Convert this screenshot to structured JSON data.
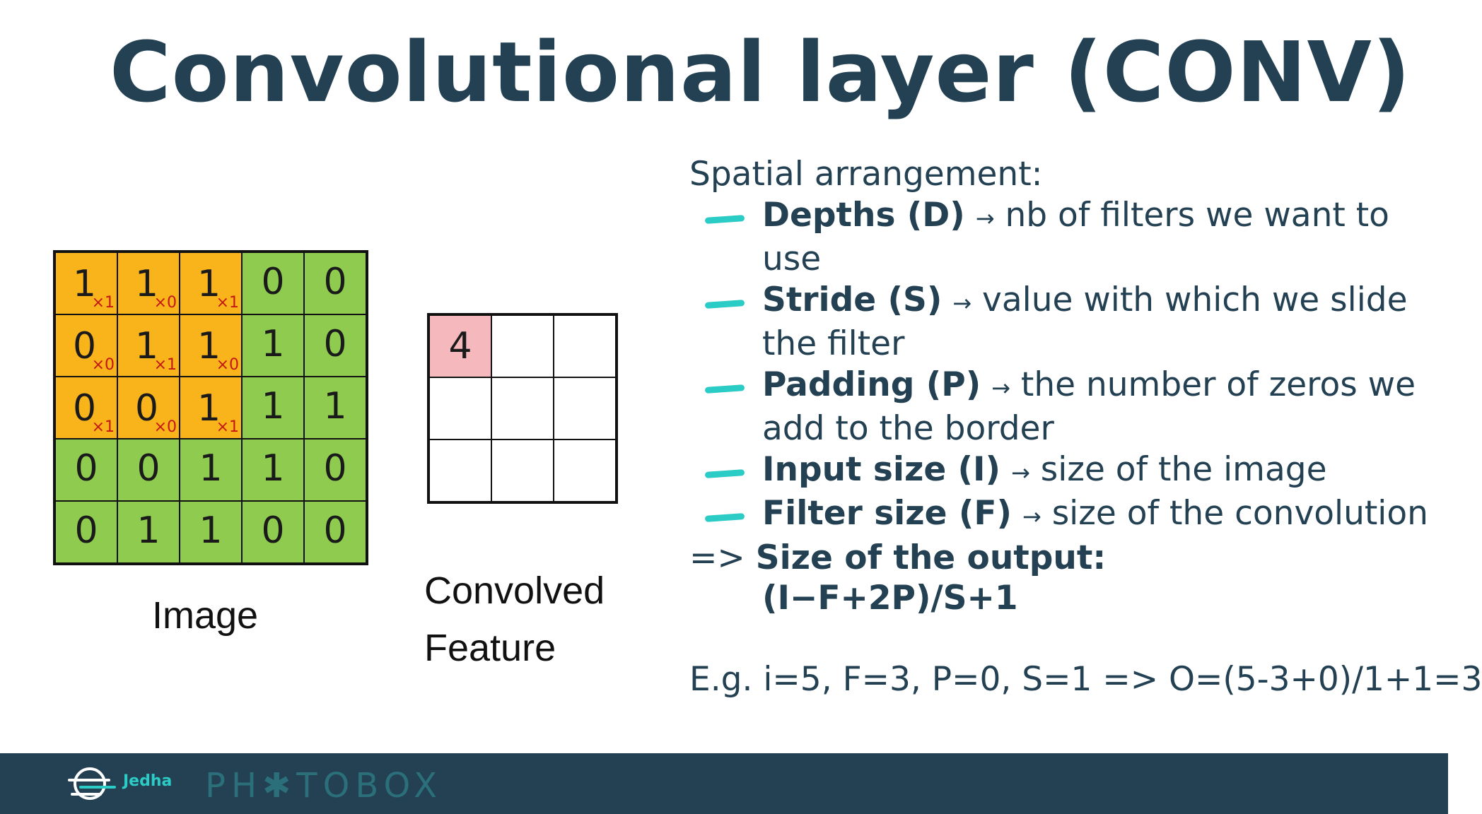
{
  "title": "Convolutional layer (CONV)",
  "image_grid": {
    "label": "Image",
    "rows": [
      [
        {
          "v": "1",
          "w": "×1"
        },
        {
          "v": "1",
          "w": "×0"
        },
        {
          "v": "1",
          "w": "×1"
        },
        {
          "v": "0"
        },
        {
          "v": "0"
        }
      ],
      [
        {
          "v": "0",
          "w": "×0"
        },
        {
          "v": "1",
          "w": "×1"
        },
        {
          "v": "1",
          "w": "×0"
        },
        {
          "v": "1"
        },
        {
          "v": "0"
        }
      ],
      [
        {
          "v": "0",
          "w": "×1"
        },
        {
          "v": "0",
          "w": "×0"
        },
        {
          "v": "1",
          "w": "×1"
        },
        {
          "v": "1"
        },
        {
          "v": "1"
        }
      ],
      [
        {
          "v": "0"
        },
        {
          "v": "0"
        },
        {
          "v": "1"
        },
        {
          "v": "1"
        },
        {
          "v": "0"
        }
      ],
      [
        {
          "v": "0"
        },
        {
          "v": "1"
        },
        {
          "v": "1"
        },
        {
          "v": "0"
        },
        {
          "v": "0"
        }
      ]
    ]
  },
  "conv_grid": {
    "label_line1": "Convolved",
    "label_line2": "Feature",
    "rows": [
      [
        "4",
        "",
        ""
      ],
      [
        "",
        "",
        ""
      ],
      [
        "",
        "",
        ""
      ]
    ]
  },
  "colors": {
    "kernel": "#f8b41a",
    "image": "#8fcb4f",
    "highlight": "#f5b8bd",
    "accent": "#2bcbc6",
    "dark": "#234152"
  },
  "text": {
    "heading": "Spatial arrangement:",
    "items": [
      {
        "term": "Depths (D)",
        "arrow": "→",
        "desc_line1": "nb of filters we want to",
        "desc_line2": "use"
      },
      {
        "term": "Stride (S)",
        "arrow": "→",
        "desc_line1": "value with which we slide",
        "desc_line2": "the filter"
      },
      {
        "term": "Padding (P)",
        "arrow": "→",
        "desc_line1": "the number of zeros we",
        "desc_line2": "add to the border"
      },
      {
        "term": "Input size (I)",
        "arrow": "→",
        "desc_line1": "size of the image",
        "desc_line2": ""
      },
      {
        "term": "Filter size (F)",
        "arrow": "→",
        "desc_line1": "size of the convolution",
        "desc_line2": ""
      }
    ],
    "output_prefix": "=>",
    "output_label": "Size of the output:",
    "output_formula": "(I−F+2P)/S+1",
    "example": "E.g. i=5, F=3, P=0, S=1 => O=(5-3+0)/1+1=3"
  },
  "footer": {
    "jedha": "Jedha",
    "photobox": "PH✱TOBOX"
  }
}
